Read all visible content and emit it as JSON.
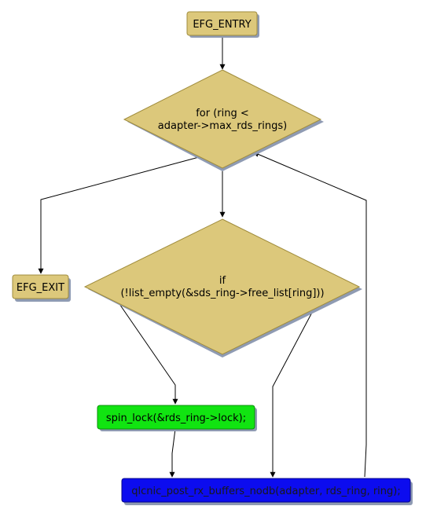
{
  "nodes": {
    "entry": {
      "label": "EFG_ENTRY"
    },
    "loop": {
      "line1": "for (ring <",
      "line2": "adapter->max_rds_rings)"
    },
    "exit": {
      "label": "EFG_EXIT"
    },
    "cond": {
      "line1": "if",
      "line2": "(!list_empty(&sds_ring->free_list[ring]))"
    },
    "lock": {
      "label": "spin_lock(&rds_ring->lock);"
    },
    "post": {
      "label": "qlcnic_post_rx_buffers_nodb(adapter, rds_ring, ring);"
    }
  },
  "colors": {
    "decision": "#dcc87b",
    "terminal": "#dcc87b",
    "lock": "#11e411",
    "post": "#0c0cef",
    "shadow": "#8f9bb3",
    "edge": "#000000"
  }
}
